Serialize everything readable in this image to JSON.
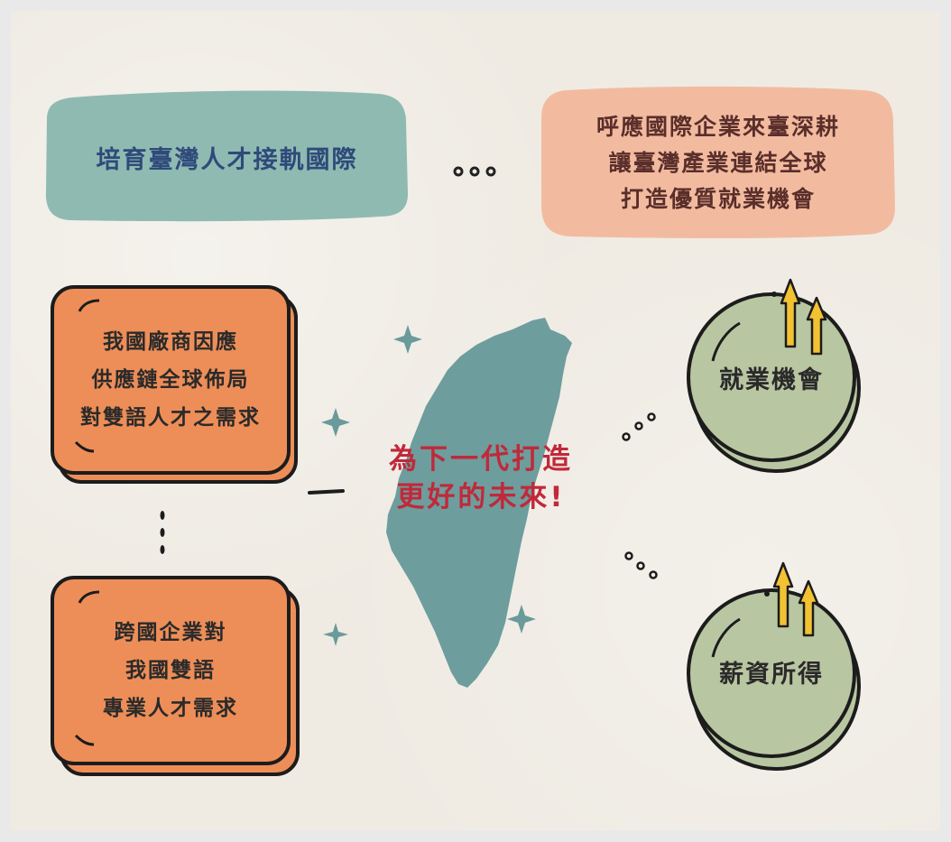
{
  "colors": {
    "teal": "#8fbab1",
    "peach": "#f2bba0",
    "orange": "#ed8e58",
    "sage": "#b9c6a2",
    "map": "#6e9d9d",
    "arrow": "#f2c233",
    "headline_red": "#c0293a",
    "sparkle": "#6a9a9a"
  },
  "top_left_bubble": {
    "text": "培育臺灣人才接軌國際"
  },
  "top_right_bubble": {
    "lines": [
      "呼應國際企業來臺深耕",
      "讓臺灣產業連結全球",
      "打造優質就業機會"
    ]
  },
  "card_upper": {
    "lines": [
      "我國廠商因應",
      "供應鏈全球佈局",
      "對雙語人才之需求"
    ]
  },
  "card_lower": {
    "lines": [
      "跨國企業對",
      "我國雙語",
      "專業人才需求"
    ]
  },
  "center_message": {
    "lines": [
      "為下一代打造",
      "更好的未來!"
    ]
  },
  "circle_jobs": {
    "label": "就業機會"
  },
  "circle_salary": {
    "label": "薪資所得"
  },
  "icons": [
    "sparkle-icon",
    "up-arrow-icon",
    "taiwan-map-icon",
    "dots-connector-icon"
  ]
}
